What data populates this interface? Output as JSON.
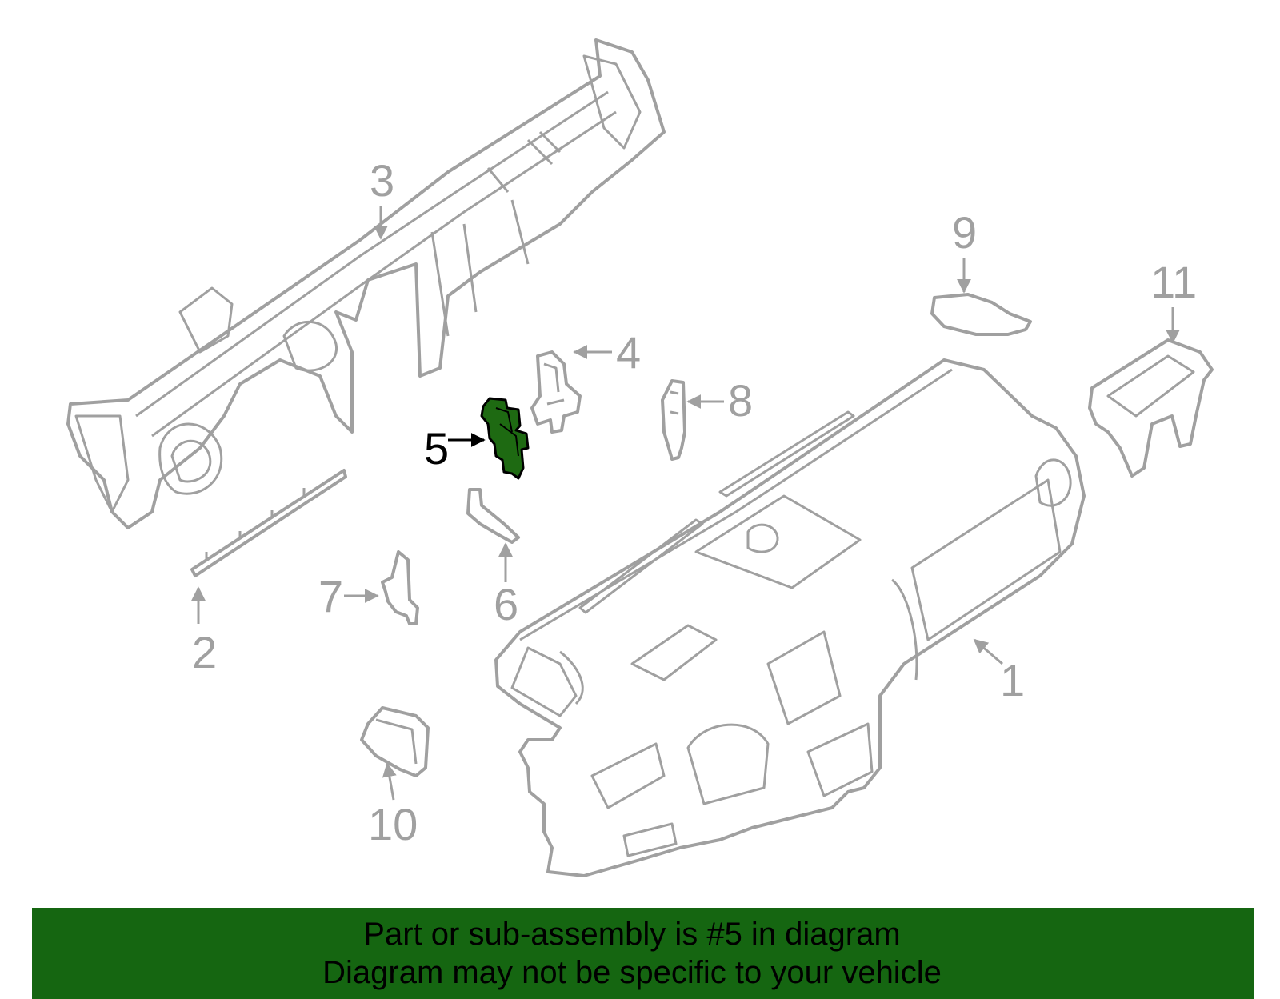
{
  "callouts": {
    "c1": "1",
    "c2": "2",
    "c3": "3",
    "c4": "4",
    "c5": "5",
    "c6": "6",
    "c7": "7",
    "c8": "8",
    "c9": "9",
    "c10": "10",
    "c11": "11"
  },
  "banner": {
    "line1": "Part or sub-assembly is #5 in diagram",
    "line2": "Diagram may not be specific to your vehicle"
  },
  "colors": {
    "outline": "#a0a0a0",
    "highlight_fill": "#1e6a12",
    "banner_bg": "#156611",
    "text_dark": "#000000"
  }
}
